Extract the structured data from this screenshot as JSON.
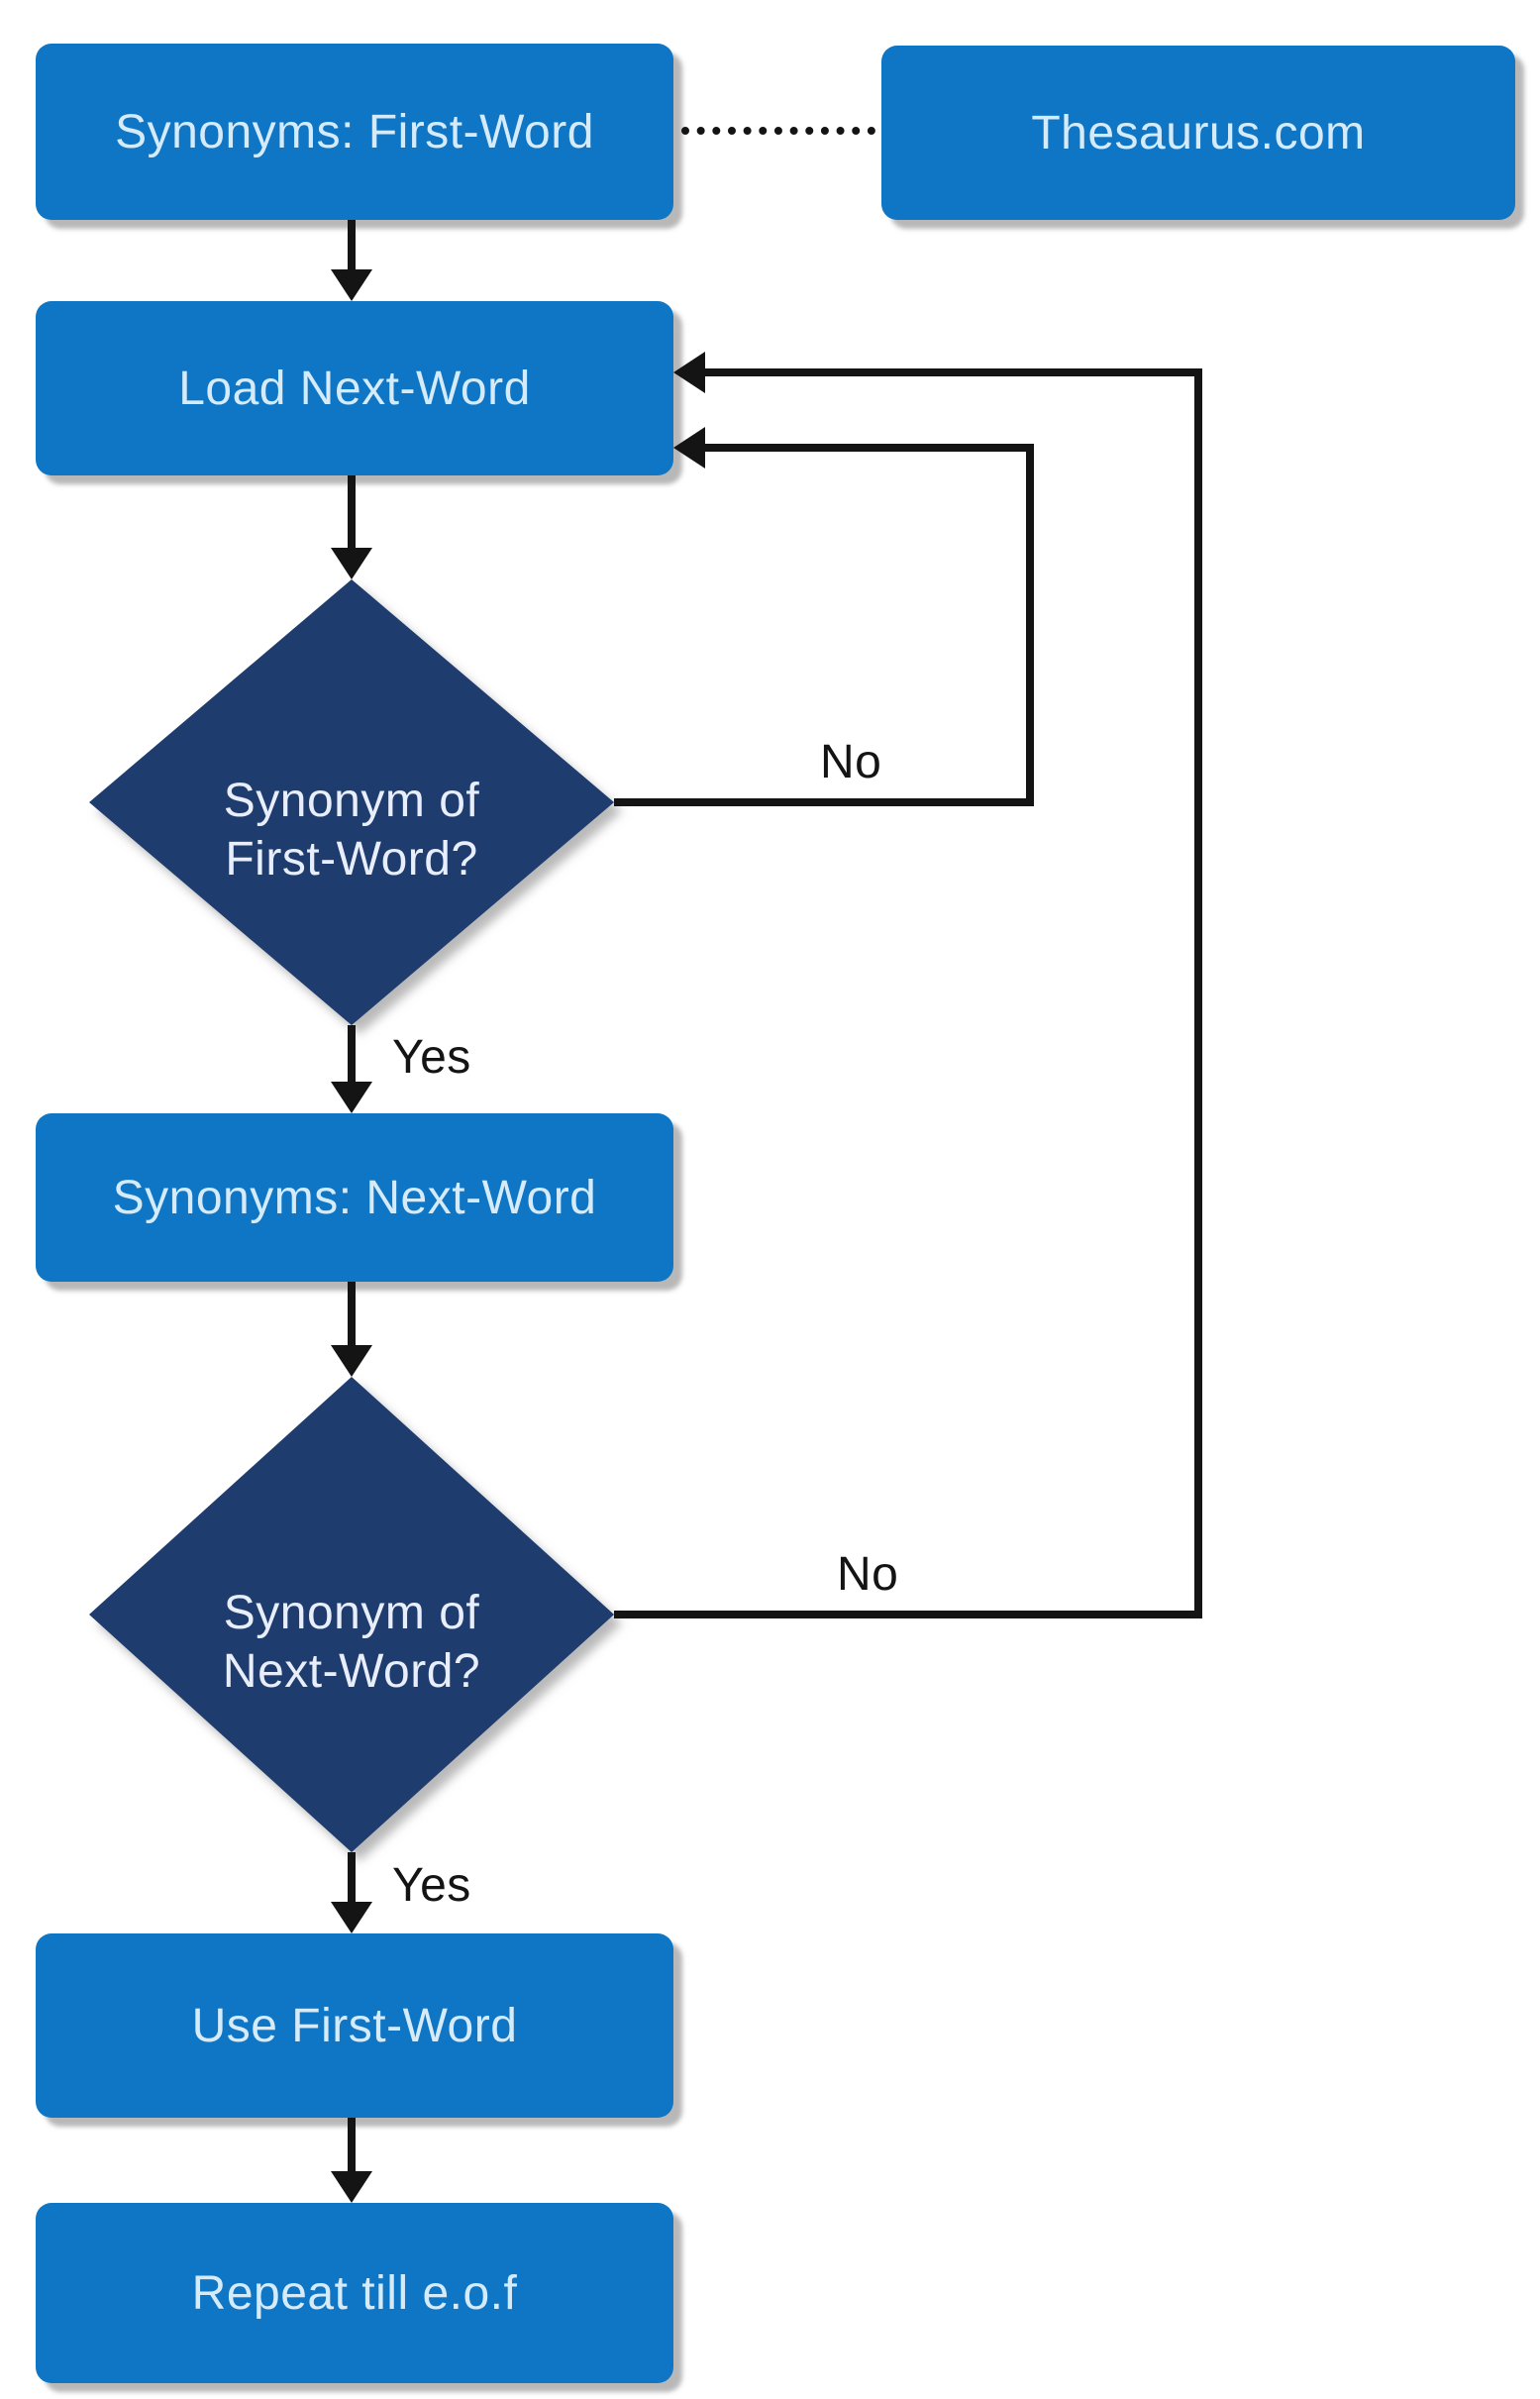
{
  "diagram": {
    "type": "flowchart",
    "nodes": {
      "synonyms_first": "Synonyms: First-Word",
      "thesaurus": "Thesaurus.com",
      "load_next": "Load Next-Word",
      "decision_first": "Synonym of\nFirst-Word?",
      "synonyms_next": "Synonyms: Next-Word",
      "decision_next": "Synonym of\nNext-Word?",
      "use_first": "Use First-Word",
      "repeat_eof": "Repeat till e.o.f"
    },
    "edge_labels": {
      "yes_first": "Yes",
      "no_first": "No",
      "yes_next": "Yes",
      "no_next": "No"
    },
    "colors": {
      "process_fill": "#0f76c5",
      "process_text": "#d6ebfa",
      "decision_fill": "#1f3c6e",
      "decision_text": "#e8eefb",
      "line": "#141414",
      "background": "#ffffff"
    }
  }
}
